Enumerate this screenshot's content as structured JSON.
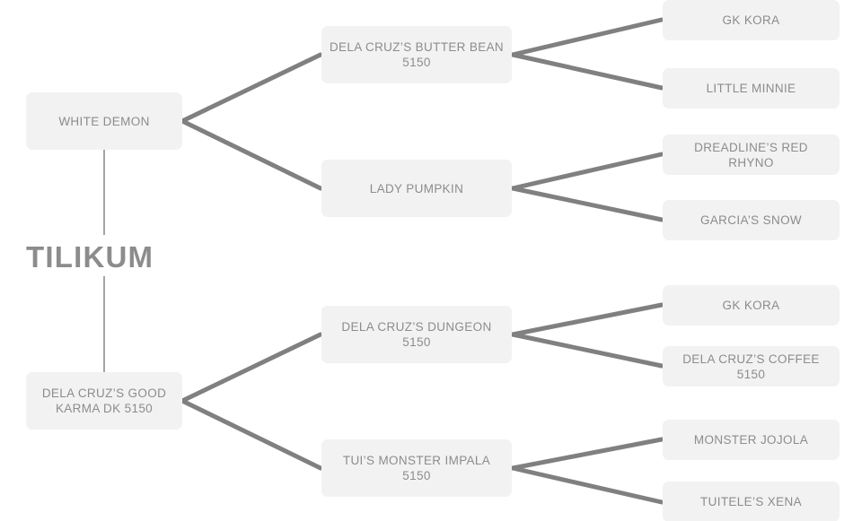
{
  "diagram": {
    "type": "pedigree-tree",
    "title": "TILIKUM",
    "orientation": "left-to-right",
    "colors": {
      "background": "#ffffff",
      "node_fill": "#f2f2f2",
      "node_text": "#8c8c8c",
      "edge": "#808080",
      "root_line": "#9a9a9a"
    },
    "root": {
      "label": "TILIKUM"
    },
    "generations": [
      {
        "name": "parents",
        "nodes": [
          {
            "id": "sire",
            "label": "WHITE DEMON"
          },
          {
            "id": "dam",
            "label": "DELA CRUZ’S GOOD\nKARMA DK 5150"
          }
        ]
      },
      {
        "name": "grandparents",
        "nodes": [
          {
            "id": "sire-sire",
            "label": "DELA CRUZ’S BUTTER BEAN\n5150"
          },
          {
            "id": "sire-dam",
            "label": "LADY PUMPKIN"
          },
          {
            "id": "dam-sire",
            "label": "DELA CRUZ’S DUNGEON\n5150"
          },
          {
            "id": "dam-dam",
            "label": "TUI’S MONSTER IMPALA\n5150"
          }
        ]
      },
      {
        "name": "great-grandparents",
        "nodes": [
          {
            "id": "ss-s",
            "label": "GK KORA"
          },
          {
            "id": "ss-d",
            "label": "LITTLE MINNIE"
          },
          {
            "id": "sd-s",
            "label": "DREADLINE’S RED RHYNO"
          },
          {
            "id": "sd-d",
            "label": "GARCIA’S SNOW"
          },
          {
            "id": "ds-s",
            "label": "GK KORA"
          },
          {
            "id": "ds-d",
            "label": "DELA CRUZ’S COFFEE 5150"
          },
          {
            "id": "dd-s",
            "label": "MONSTER JOJOLA"
          },
          {
            "id": "dd-d",
            "label": "TUITELE’S XENA"
          }
        ]
      }
    ]
  }
}
